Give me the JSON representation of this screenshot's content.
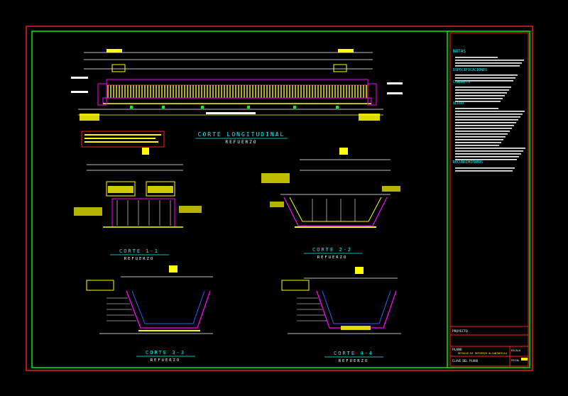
{
  "colors": {
    "background": "#000000",
    "outer_border": "#ff2020",
    "inner_border": "#00ff00",
    "rebar": "#ffff00",
    "dimension": "#ffffff",
    "concrete": "#ff00ff",
    "heading": "#00ffff",
    "accent_green": "#00ff00",
    "accent_red": "#ff3030",
    "accent_blue": "#3060ff"
  },
  "views": {
    "longitudinal": {
      "title": "CORTE LONGITUDINAL",
      "subtitle": "REFUERZO"
    },
    "section1": {
      "title": "CORTE 1-1",
      "subtitle": "REFUERZO"
    },
    "section2": {
      "title": "CORTE 2-2",
      "subtitle": "REFUERZO"
    },
    "section3": {
      "title": "CORTE 3-3",
      "subtitle": "REFUERZO"
    },
    "section4": {
      "title": "CORTE 4-4",
      "subtitle": "REFUERZO"
    }
  },
  "notes": {
    "heading": "NOTAS",
    "subheadings": [
      "ESPECIFICACIONES",
      "CONCRETO",
      "ACERO",
      "RECUBRIMIENTOS"
    ]
  },
  "title_block": {
    "project_label": "PROYECTO",
    "plan_label": "PLANO",
    "plan_value": "DETALLE DE REFUERZO ALCANTARILLA",
    "key_label": "CLAVE DEL PLANO",
    "scale_label": "ESCALA",
    "date_label": "FECHA"
  }
}
